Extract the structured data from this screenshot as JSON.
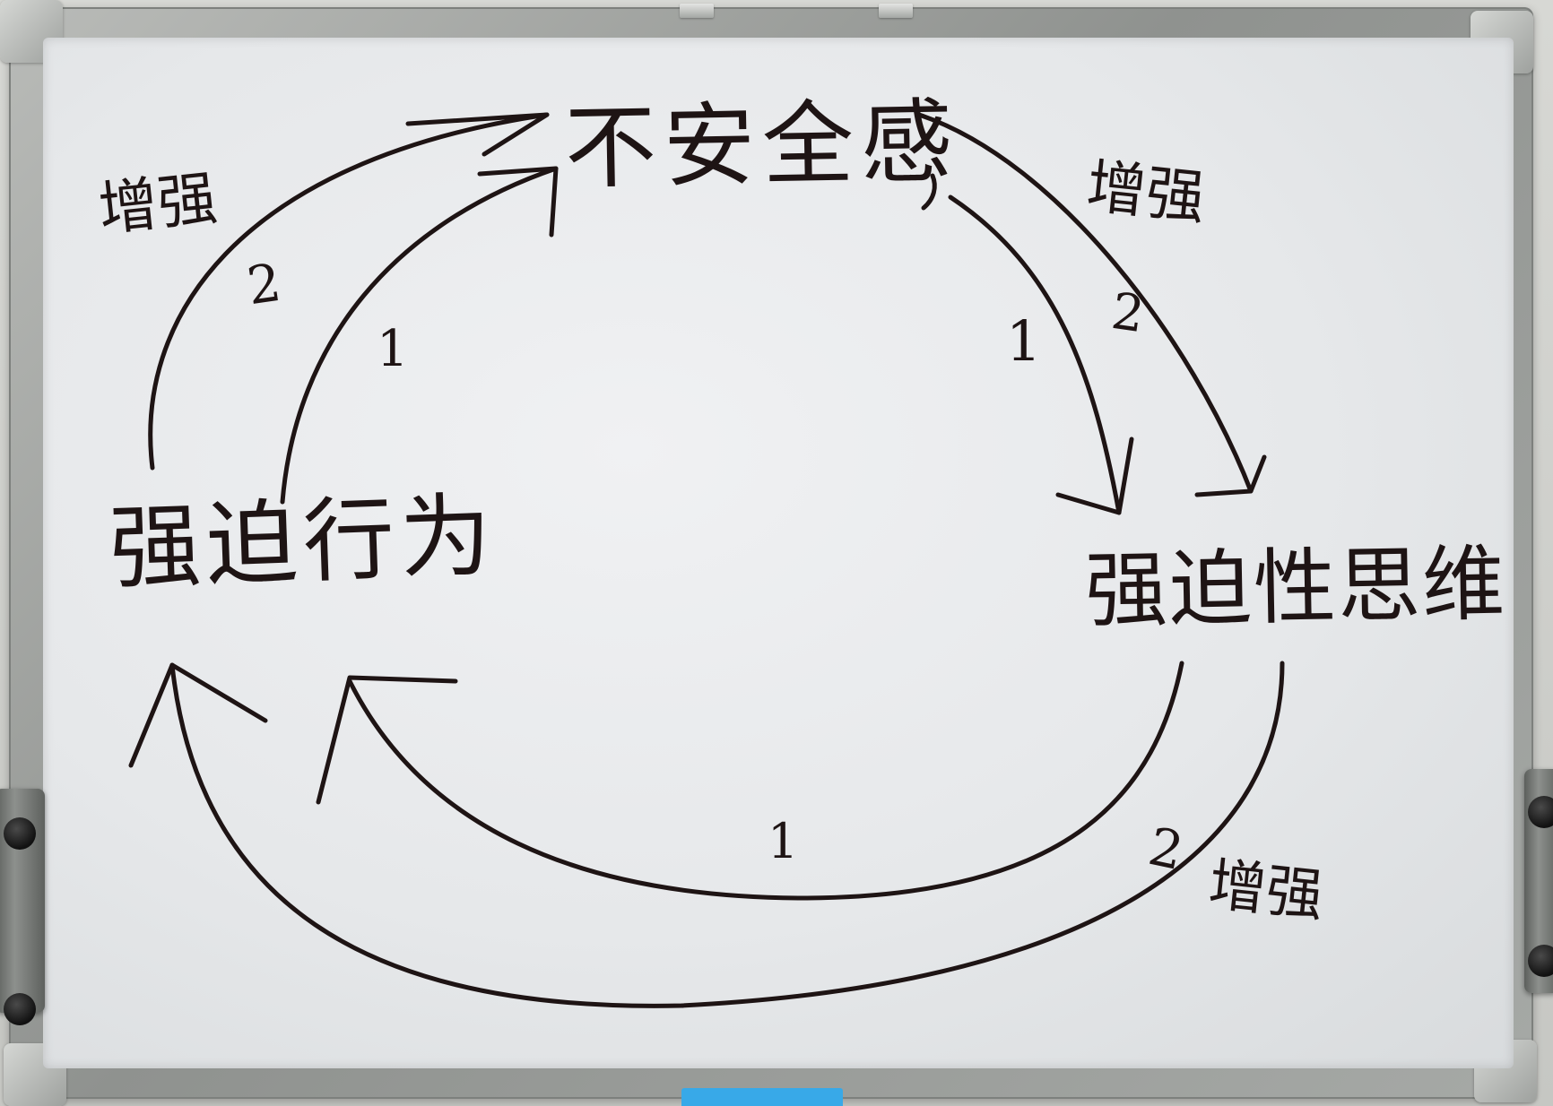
{
  "whiteboard": {
    "nodes": {
      "top": "不安全感",
      "left": "强迫行为",
      "right": "强迫性思维"
    },
    "edge_labels": {
      "top_left_num1": "1",
      "top_left_num2": "2",
      "top_left_word": "增强",
      "top_right_num1": "1",
      "top_right_num2": "2",
      "top_right_word": "增强",
      "bottom_num1": "1",
      "bottom_num2": "2",
      "bottom_word": "增强"
    },
    "ink_color": "#1e1414",
    "marker_color": "#38a9e8"
  }
}
